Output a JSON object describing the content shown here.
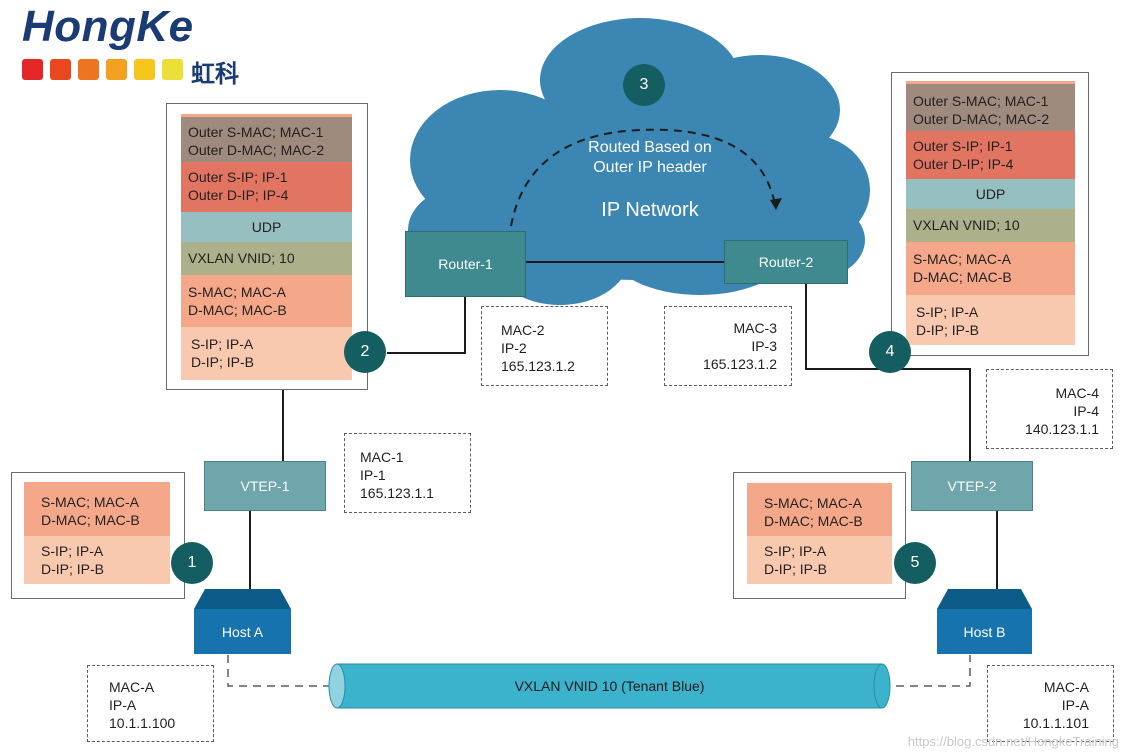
{
  "logo": {
    "text": "HongKe",
    "cn": "虹科",
    "colors": [
      "#e32626",
      "#e8471f",
      "#ee7422",
      "#f4a020",
      "#f7c61d",
      "#ecdf38"
    ]
  },
  "cloud": {
    "routed_line1": "Routed Based on",
    "routed_line2": "Outer IP header",
    "network": "IP Network",
    "color": "#3b86b3"
  },
  "badges": [
    "1",
    "2",
    "3",
    "4",
    "5"
  ],
  "routers": {
    "r1": "Router-1",
    "r2": "Router-2"
  },
  "vteps": {
    "v1": "VTEP-1",
    "v2": "VTEP-2"
  },
  "hosts": {
    "a": "Host A",
    "b": "Host B"
  },
  "tunnel": "VXLAN VNID 10 (Tenant Blue)",
  "packet_full": {
    "outer_smac": "Outer S-MAC; MAC-1",
    "outer_dmac": "Outer D-MAC; MAC-2",
    "outer_sip": "Outer S-IP; IP-1",
    "outer_dip": "Outer D-IP; IP-4",
    "udp": "UDP",
    "vni": "VXLAN VNID; 10",
    "smac": "S-MAC; MAC-A",
    "dmac": "D-MAC; MAC-B",
    "sip": "S-IP; IP-A",
    "dip": "D-IP; IP-B"
  },
  "packet_inner": {
    "smac": "S-MAC; MAC-A",
    "dmac": "D-MAC; MAC-B",
    "sip": "S-IP; IP-A",
    "dip": "D-IP; IP-B"
  },
  "addr": {
    "r1": [
      "MAC-2",
      "IP-2",
      "165.123.1.2"
    ],
    "r2": [
      "MAC-3",
      "IP-3",
      "165.123.1.2"
    ],
    "v1": [
      "MAC-1",
      "IP-1",
      "165.123.1.1"
    ],
    "v2": [
      "MAC-4",
      "IP-4",
      "140.123.1.1"
    ],
    "ha": [
      "MAC-A",
      "IP-A",
      "10.1.1.100"
    ],
    "hb": [
      "MAC-A",
      "IP-A",
      "10.1.1.101"
    ]
  },
  "watermark": "https://blog.csdn.net/HongkeTraining"
}
